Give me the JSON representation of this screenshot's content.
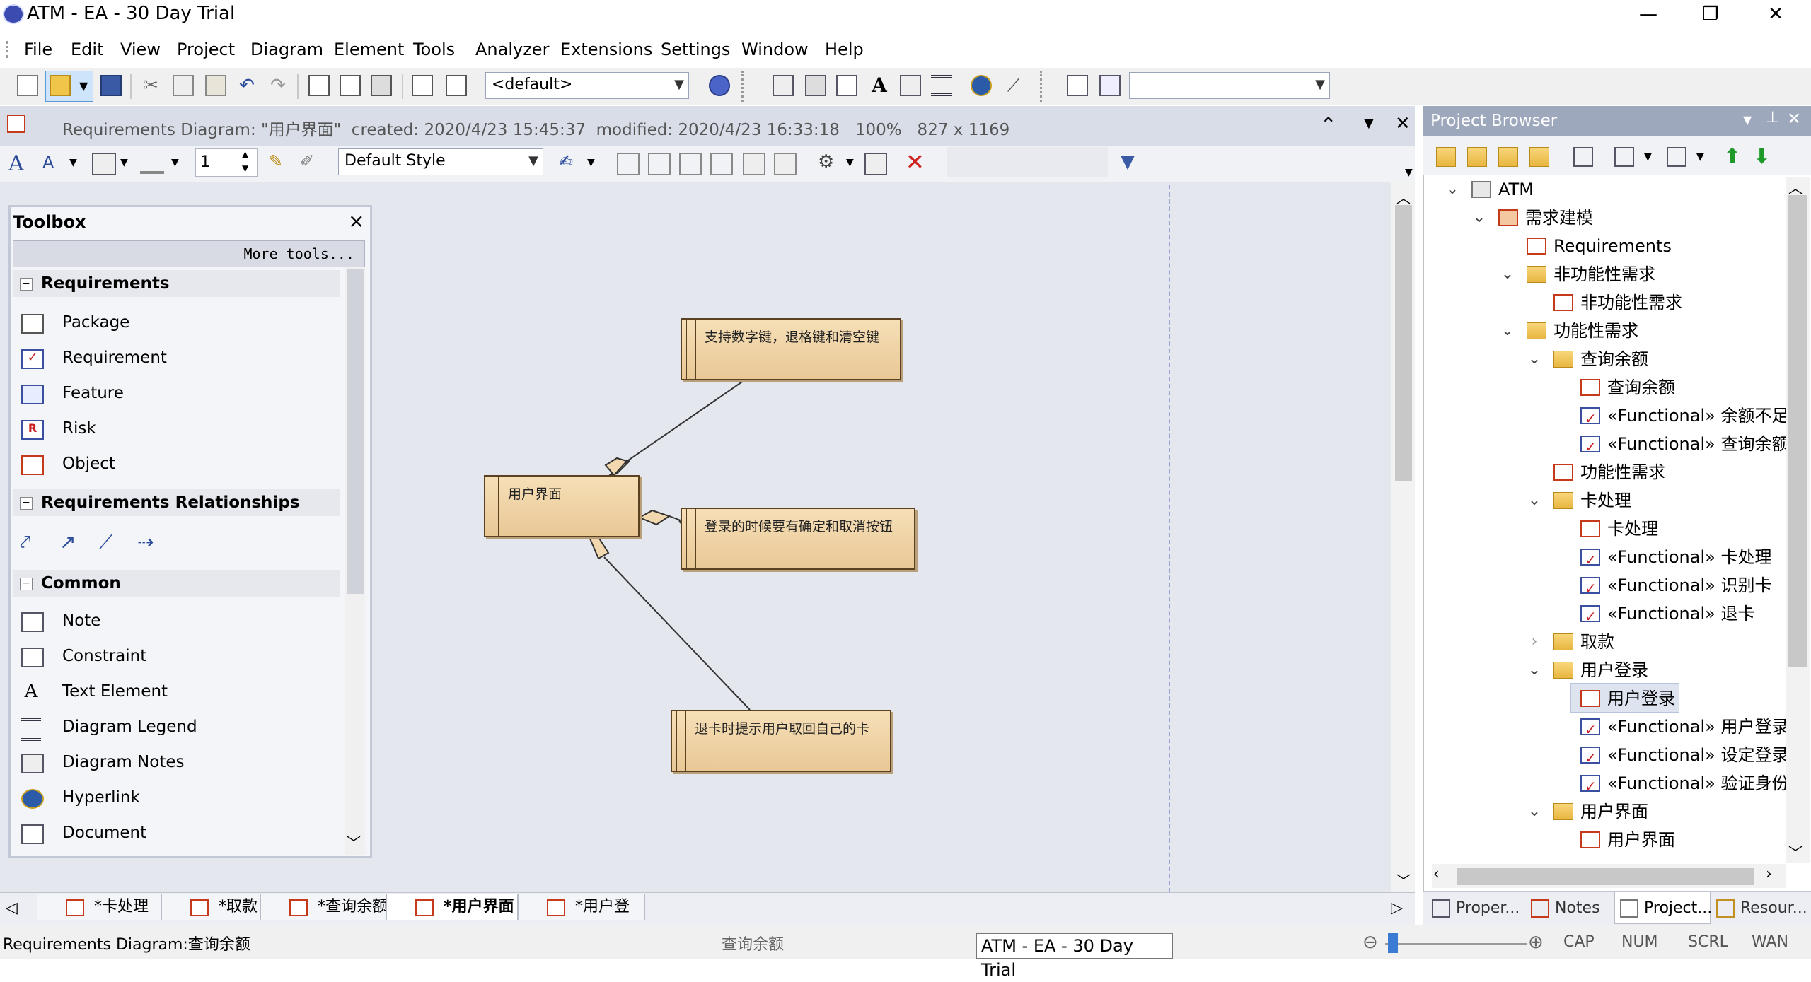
{
  "window": {
    "title": "ATM - EA - 30 Day Trial"
  },
  "menu": [
    "File",
    "Edit",
    "View",
    "Project",
    "Diagram",
    "Element",
    "Tools",
    "Analyzer",
    "Extensions",
    "Settings",
    "Window",
    "Help"
  ],
  "toolbar": {
    "perspective_combo": "<default>"
  },
  "diagram": {
    "caption": "Requirements Diagram: \"用户界面\"  created: 2020/4/23 15:45:37  modified: 2020/4/23 16:33:18   100%   827 x 1169",
    "style_combo": "Default Style",
    "line_width": "1",
    "elements": {
      "center": "用户界面",
      "top": "支持数字键，退格键和清空键",
      "right": "登录的时候要有确定和取消按钮",
      "bottom": "退卡时提示用户取回自己的卡"
    }
  },
  "toolbox": {
    "title": "Toolbox",
    "more_tools": "More tools...",
    "groups": {
      "requirements": "Requirements",
      "relationships": "Requirements Relationships",
      "common": "Common"
    },
    "requirements_items": [
      "Package",
      "Requirement",
      "Feature",
      "Risk",
      "Object"
    ],
    "common_items": [
      "Note",
      "Constraint",
      "Text Element",
      "Diagram Legend",
      "Diagram Notes",
      "Hyperlink",
      "Document"
    ]
  },
  "tabs": [
    "*卡处理",
    "*取款",
    "*查询余额",
    "*用户界面",
    "*用户登录"
  ],
  "project_browser": {
    "title": "Project Browser",
    "tree": [
      {
        "label": "ATM"
      },
      {
        "label": "需求建模"
      },
      {
        "label": "Requirements"
      },
      {
        "label": "非功能性需求"
      },
      {
        "label": "非功能性需求"
      },
      {
        "label": "功能性需求"
      },
      {
        "label": "查询余额"
      },
      {
        "label": "查询余额"
      },
      {
        "label": "«Functional» 余额不足"
      },
      {
        "label": "«Functional» 查询余额"
      },
      {
        "label": "功能性需求"
      },
      {
        "label": "卡处理"
      },
      {
        "label": "卡处理"
      },
      {
        "label": "«Functional» 卡处理"
      },
      {
        "label": "«Functional» 识别卡"
      },
      {
        "label": "«Functional» 退卡"
      },
      {
        "label": "取款"
      },
      {
        "label": "用户登录"
      },
      {
        "label": "用户登录"
      },
      {
        "label": "«Functional» 用户登录"
      },
      {
        "label": "«Functional» 设定登录"
      },
      {
        "label": "«Functional» 验证身份"
      },
      {
        "label": "用户界面"
      },
      {
        "label": "用户界面"
      }
    ],
    "bottom_tabs": [
      "Proper...",
      "Notes",
      "Project...",
      "Resour..."
    ]
  },
  "status": {
    "left": "Requirements Diagram:查询余额",
    "middle": "查询余额",
    "taskbar_tip": "ATM - EA - 30 Day Trial",
    "indicators": [
      "CAP",
      "NUM",
      "SCRL",
      "WAN"
    ]
  }
}
